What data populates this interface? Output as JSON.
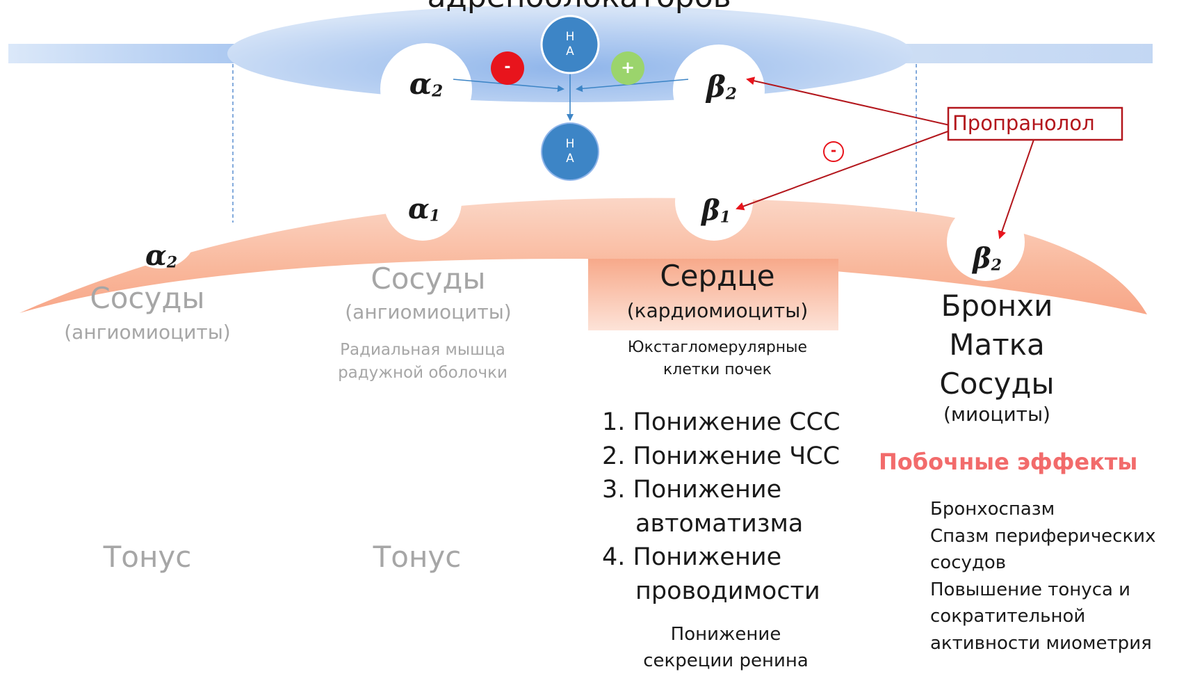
{
  "title_partial": "адреноблокаторов",
  "neurotransmitter": {
    "top_line1": "Н",
    "top_line2": "А",
    "bottom_line1": "Н",
    "bottom_line2": "А"
  },
  "signs": {
    "minus": "-",
    "plus": "+",
    "inhibit": "-"
  },
  "presynaptic": {
    "alpha2": "α",
    "alpha2_sub": "2",
    "beta2": "β",
    "beta2_sub": "2"
  },
  "postsynaptic": {
    "alpha2": "α",
    "alpha2_sub": "2",
    "alpha1": "α",
    "alpha1_sub": "1",
    "beta1": "β",
    "beta1_sub": "1",
    "beta2": "β",
    "beta2_sub": "2"
  },
  "drug": "Пропранолол",
  "columns": {
    "col1": {
      "title": "Сосуды",
      "subtitle": "(ангиомиоциты)",
      "effect": "Тонус"
    },
    "col2": {
      "title": "Сосуды",
      "subtitle": "(ангиомиоциты)",
      "extra_line1": "Радиальная мышца",
      "extra_line2": "радужной оболочки",
      "effect": "Тонус"
    },
    "col3": {
      "title": "Сердце",
      "subtitle": "(кардиомиоциты)",
      "extra_line1": "Юкстагломерулярные",
      "extra_line2": "клетки почек",
      "effects": [
        "1. Понижение ССС",
        "2. Понижение ЧСС",
        "3. Понижение",
        "автоматизма",
        "4. Понижение",
        "проводимости"
      ],
      "renin_line1": "Понижение",
      "renin_line2": "секреции ренина"
    },
    "col4": {
      "title1": "Бронхи",
      "title2": "Матка",
      "title3": "Сосуды",
      "subtitle": "(миоциты)",
      "side_effects_title": "Побочные эффекты",
      "side_effects": [
        "Бронхоспазм",
        "Спазм периферических",
        "сосудов",
        "Повышение тонуса и",
        "сократительной",
        "активности миометрия"
      ]
    }
  },
  "colors": {
    "presynaptic_blue": "#bcd3f2",
    "presynaptic_blue_dark": "#7fa9e3",
    "postsynaptic_orange": "#f7a98a",
    "neurotransmitter_circle": "#3d85c6",
    "minus_red": "#e8141c",
    "plus_green": "#9bd46c",
    "drug_red": "#b3161c",
    "side_effects_title": "#f26b6b"
  }
}
